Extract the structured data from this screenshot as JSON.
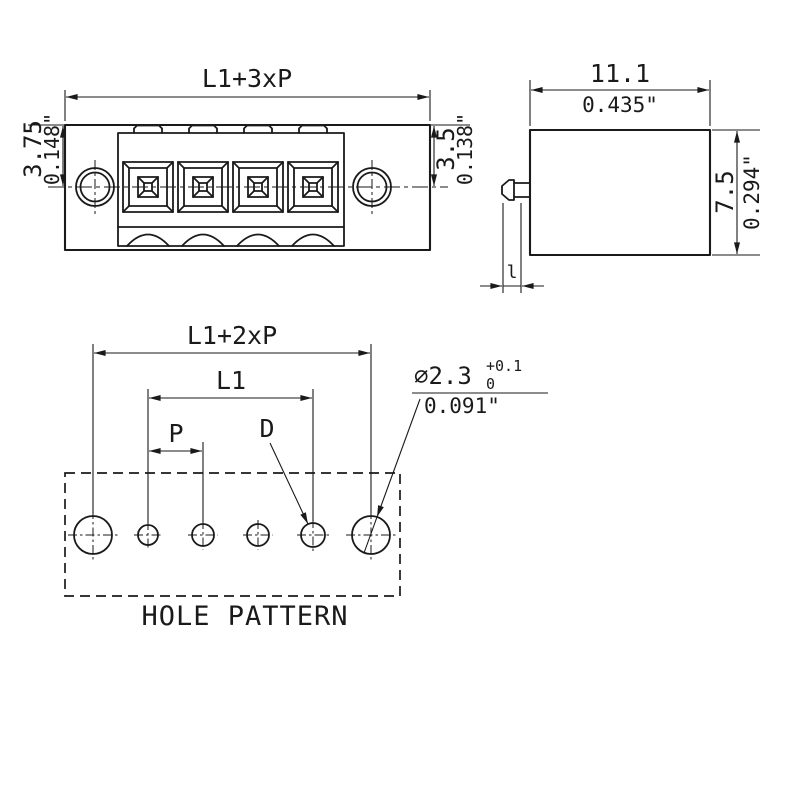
{
  "colors": {
    "line": "#1a1a1a",
    "background": "#ffffff"
  },
  "drawing": {
    "front_view": {
      "dim_width": "L1+3xP",
      "dim_left_mm": "3.75",
      "dim_left_in": "0.148\"",
      "dim_right_mm": "3.5",
      "dim_right_in": "0.138\""
    },
    "side_view": {
      "dim_width_mm": "11.1",
      "dim_width_in": "0.435\"",
      "dim_height_mm": "7.5",
      "dim_height_in": "0.294\"",
      "dim_pin_label": "l"
    },
    "hole_pattern": {
      "dim_outer": "L1+2xP",
      "dim_inner": "L1",
      "dim_pitch": "P",
      "hole_label": "D",
      "dia_value": "∅2.3",
      "dia_tol_upper": "+0.1",
      "dia_tol_lower": "0",
      "dia_inch": "0.091\"",
      "caption": "HOLE PATTERN"
    }
  }
}
